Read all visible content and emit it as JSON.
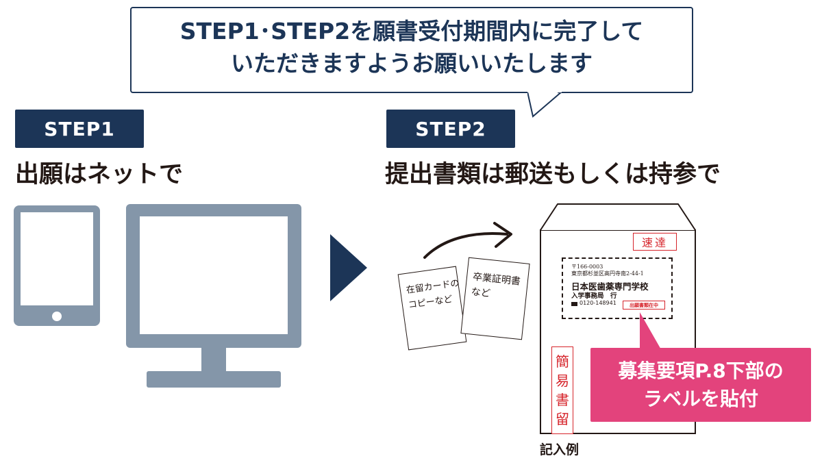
{
  "bubble": {
    "line1": "STEP1･STEP2を願書受付期間内に完了して",
    "line2": "いただきますようお願いいたします"
  },
  "step1": {
    "badge": "STEP1",
    "heading": "出願はネットで"
  },
  "step2": {
    "badge": "STEP2",
    "heading": "提出書類は郵送もしくは持参で"
  },
  "documents": {
    "card_line1": "在留カードの",
    "card_line2": "コピーなど",
    "cert_line1": "卒業証明書",
    "cert_line2": "など"
  },
  "envelope": {
    "express": "速達",
    "postal_code": "〒166-0003",
    "address": "東京都杉並区高円寺南2-44-1",
    "school": "日本医歯薬専門学校",
    "department": "入学事務局　行",
    "phone": "0120-148941",
    "enclosed": "出願書類在中",
    "simple_registered": [
      "簡",
      "易",
      "書",
      "留"
    ],
    "phone_icon": "phone-icon"
  },
  "callout": {
    "line1": "募集要項P.8下部の",
    "line2": "ラベルを貼付"
  },
  "caption": "記入例",
  "colors": {
    "navy": "#1c3557",
    "device_gray": "#8496a9",
    "pink": "#e3437c",
    "red": "#d6232a"
  }
}
